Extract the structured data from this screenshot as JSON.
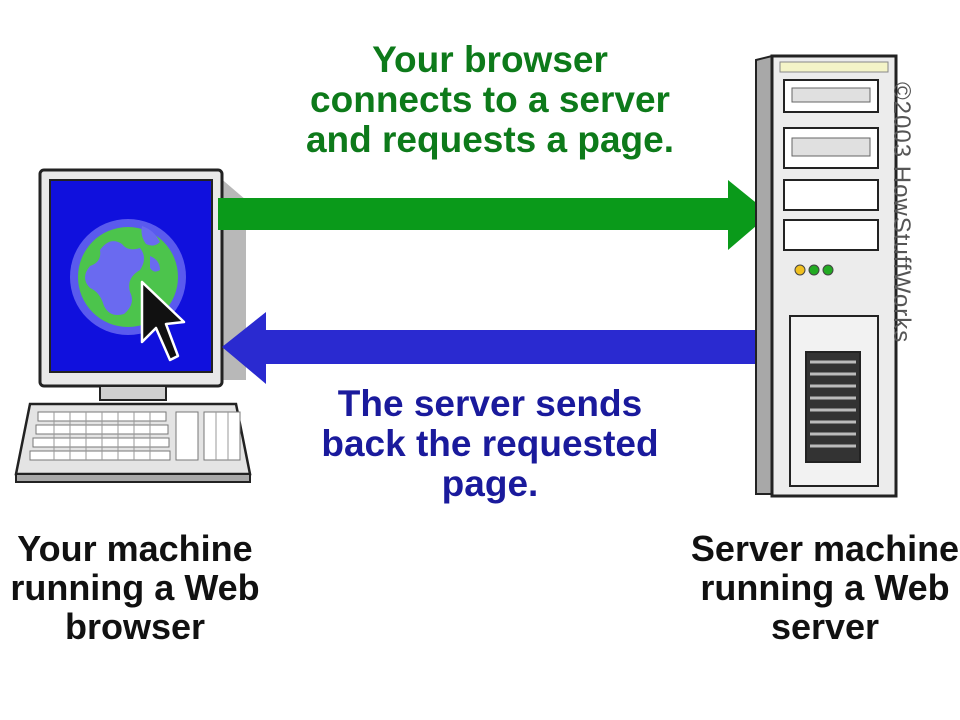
{
  "diagram": {
    "request_caption": "Your browser\nconnects to a server\nand requests a page.",
    "response_caption": "The server sends\nback the requested\npage.",
    "client_label": "Your machine\nrunning a Web\nbrowser",
    "server_label": "Server machine\nrunning a Web\nserver",
    "copyright": "©2003 HowStuffWorks"
  },
  "colors": {
    "request_arrow": "#0a9a1a",
    "response_arrow": "#2a2ad0",
    "request_text": "#0d7a1a",
    "response_text": "#1a1a9c",
    "screen": "#1010dd",
    "globe_land": "#4cc44c",
    "globe_sea": "#6a6af0"
  },
  "icons": {
    "client": "desktop-computer-icon",
    "server": "server-tower-icon",
    "pointer": "mouse-cursor-icon"
  }
}
